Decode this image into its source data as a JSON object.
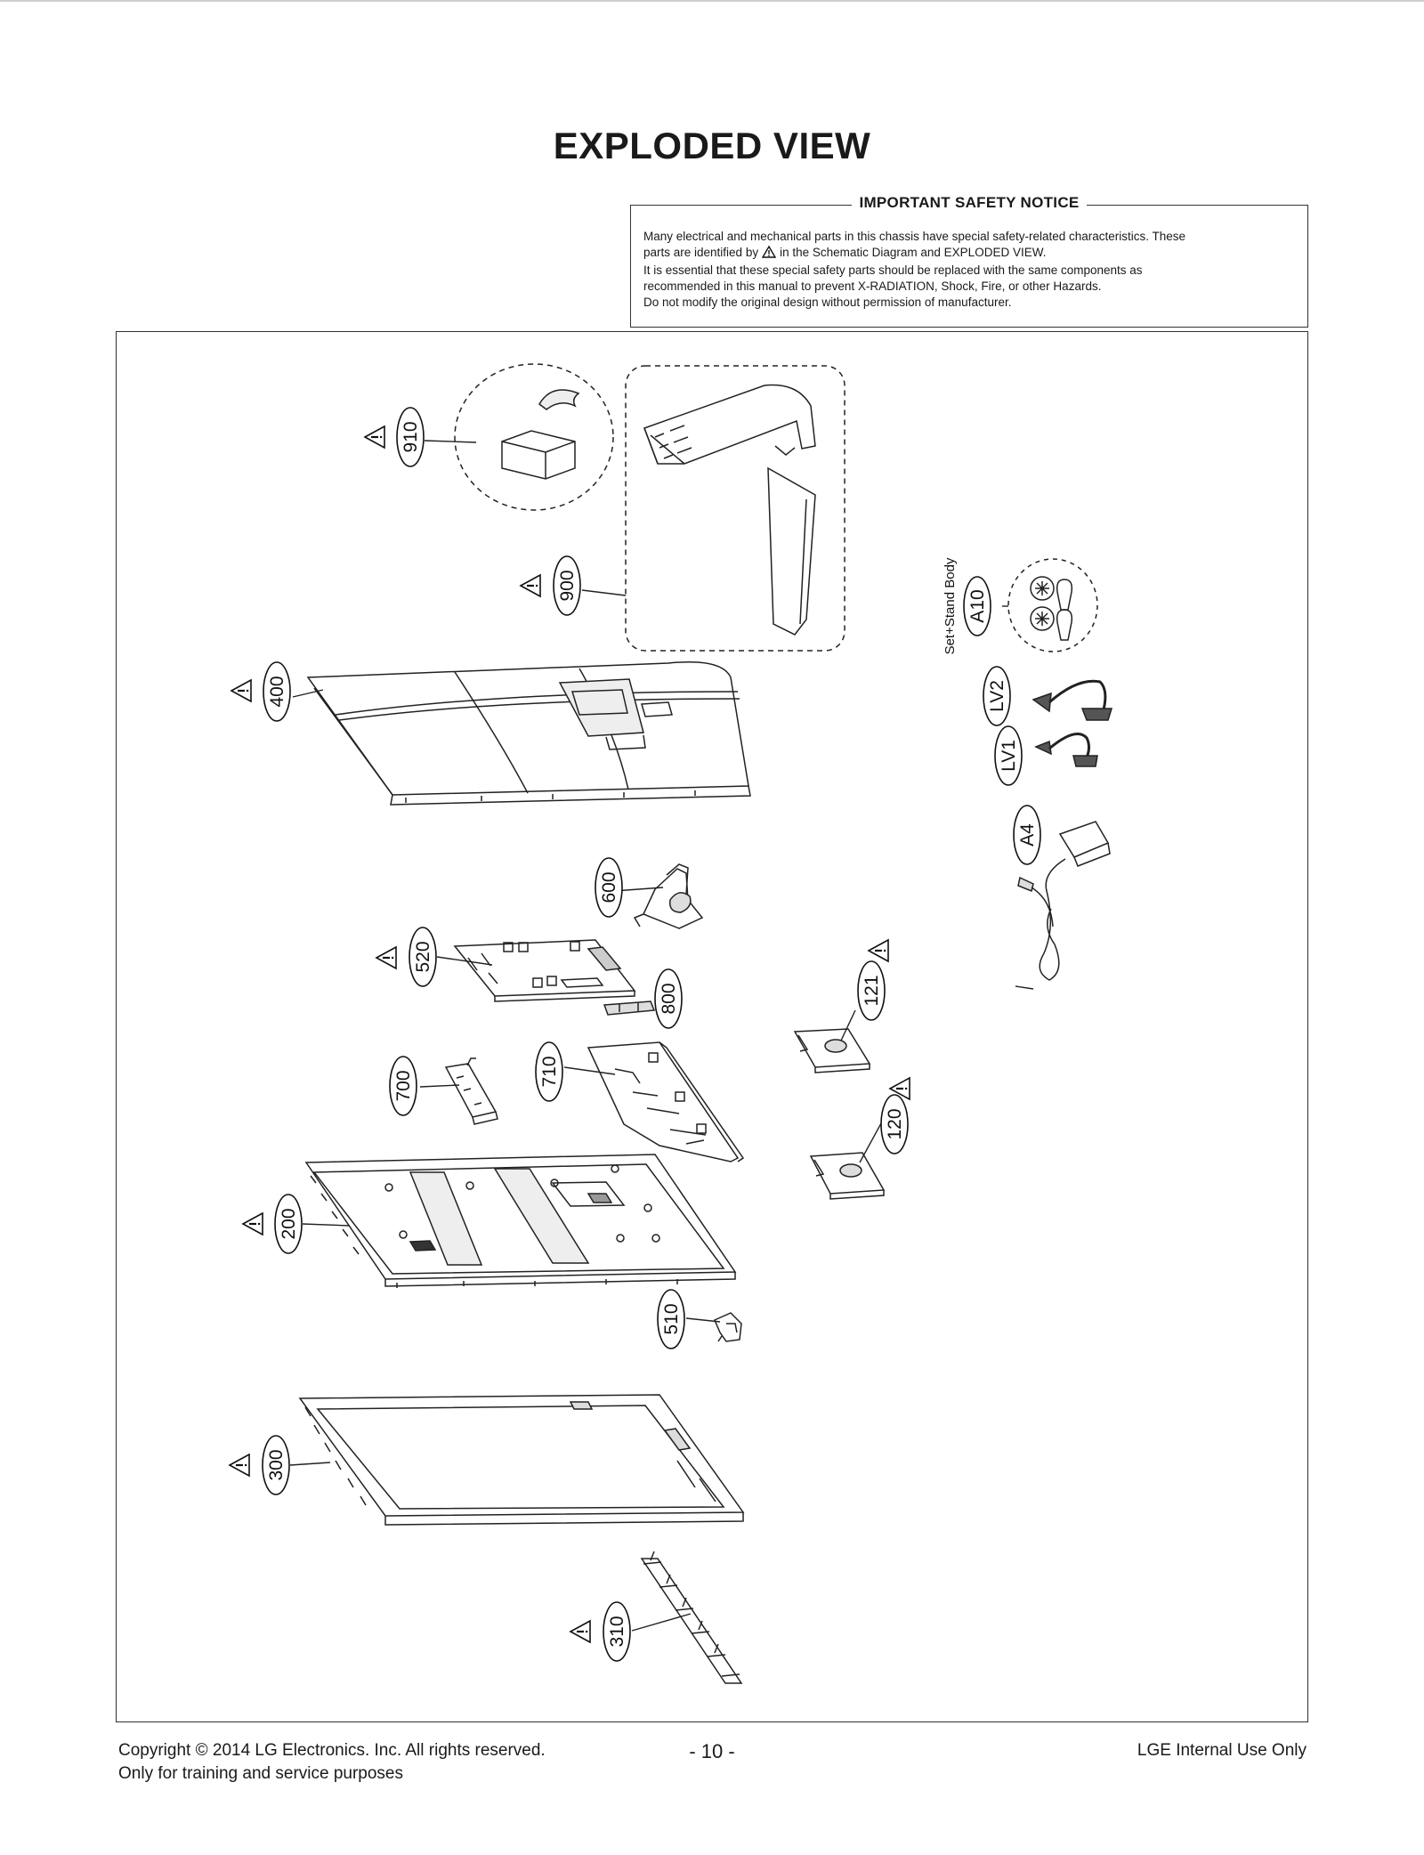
{
  "page": {
    "title": "EXPLODED VIEW"
  },
  "notice": {
    "heading": "IMPORTANT SAFETY NOTICE",
    "line1": "Many electrical and mechanical parts in this chassis have special safety-related characteristics. These",
    "line2_before": "parts are identified by",
    "line2_after": "in the Schematic Diagram and EXPLODED VIEW.",
    "line3": "It is essential that these special safety parts should be replaced with the same components as",
    "line4": "recommended in this manual to prevent X-RADIATION, Shock, Fire, or other Hazards.",
    "line5": "Do not modify the original design without permission of manufacturer."
  },
  "diagram": {
    "set_stand_label": "Set+Stand Body",
    "warning_symbol": "!",
    "callouts": {
      "p910": "910",
      "p900": "900",
      "p400": "400",
      "p600": "600",
      "p520": "520",
      "p800": "800",
      "p700": "700",
      "p710": "710",
      "p200": "200",
      "p510": "510",
      "p300": "300",
      "p310": "310",
      "pA10": "A10",
      "pLV2": "LV2",
      "pLV1": "LV1",
      "pA4": "A4",
      "p121": "121",
      "p120": "120"
    }
  },
  "footer": {
    "copyright": "Copyright  © 2014  LG Electronics. Inc. All rights reserved.",
    "purpose": "Only for training and service purposes",
    "page_number": "- 10 -",
    "internal": "LGE Internal Use Only"
  }
}
